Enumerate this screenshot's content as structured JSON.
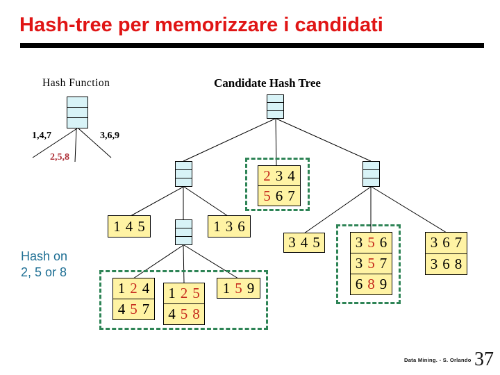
{
  "colors": {
    "title_red": "#E01515",
    "label_dark_red": "#AE3038",
    "digit_red": "#C5281C",
    "leaf_yellow": "#FFF3A4",
    "node_cyan": "#D8F3F7",
    "dashed_green": "#2E8456",
    "annotation_blue": "#1D6E93"
  },
  "slide": {
    "title": "Hash-tree per memorizzare i candidati",
    "footer_credit": "Data Mining. - S. Orlando",
    "page_number": "37"
  },
  "hash_function": {
    "label": "Hash Function",
    "branch_labels": {
      "left": "1,4,7",
      "middle": "2,5,8",
      "right": "3,6,9"
    }
  },
  "candidate_hash_tree": {
    "label": "Candidate Hash Tree",
    "leaves": {
      "n234_567": {
        "rows": [
          [
            {
              "t": "2",
              "red": true
            },
            {
              "t": "3"
            },
            {
              "t": "4"
            }
          ],
          [
            {
              "t": "5",
              "red": true
            },
            {
              "t": "6"
            },
            {
              "t": "7"
            }
          ]
        ]
      },
      "n145": {
        "rows": [
          [
            {
              "t": "1"
            },
            {
              "t": "4"
            },
            {
              "t": "5"
            }
          ]
        ]
      },
      "n136": {
        "rows": [
          [
            {
              "t": "1"
            },
            {
              "t": "3"
            },
            {
              "t": "6"
            }
          ]
        ]
      },
      "n124_457": {
        "rows": [
          [
            {
              "t": "1"
            },
            {
              "t": "2",
              "red": true
            },
            {
              "t": "4"
            }
          ],
          [
            {
              "t": "4"
            },
            {
              "t": "5",
              "red": true
            },
            {
              "t": "7"
            }
          ]
        ]
      },
      "n125_458": {
        "rows": [
          [
            {
              "t": "1"
            },
            {
              "t": "2",
              "red": true
            },
            {
              "t": "5",
              "red": true
            }
          ],
          [
            {
              "t": "4"
            },
            {
              "t": "5",
              "red": true
            },
            {
              "t": "8",
              "red": true
            }
          ]
        ]
      },
      "n159": {
        "rows": [
          [
            {
              "t": "1"
            },
            {
              "t": "5",
              "red": true
            },
            {
              "t": "9"
            }
          ]
        ]
      },
      "n345": {
        "rows": [
          [
            {
              "t": "3"
            },
            {
              "t": "4"
            },
            {
              "t": "5"
            }
          ]
        ]
      },
      "n356_357_689": {
        "rows": [
          [
            {
              "t": "3"
            },
            {
              "t": "5",
              "red": true
            },
            {
              "t": "6"
            }
          ],
          [
            {
              "t": "3"
            },
            {
              "t": "5",
              "red": true
            },
            {
              "t": "7"
            }
          ],
          [
            {
              "t": "6"
            },
            {
              "t": "8",
              "red": true
            },
            {
              "t": "9"
            }
          ]
        ]
      },
      "n367_368": {
        "rows": [
          [
            {
              "t": "3"
            },
            {
              "t": "6"
            },
            {
              "t": "7"
            }
          ],
          [
            {
              "t": "3"
            },
            {
              "t": "6"
            },
            {
              "t": "8"
            }
          ]
        ]
      }
    }
  },
  "annotation": {
    "line1": "Hash on",
    "line2": "2, 5 or 8"
  }
}
